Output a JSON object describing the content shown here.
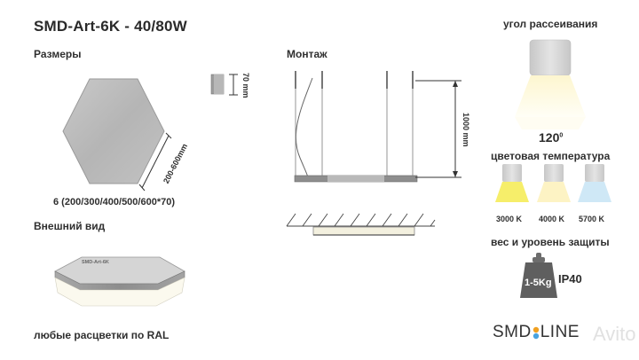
{
  "product_title": "SMD-Art-6K - 40/80W",
  "sections": {
    "dimensions": "Размеры",
    "mounting": "Монтаж",
    "appearance": "Внешний вид",
    "ral": "любые расцветки по RAL",
    "beam_angle": "угол рассеивания",
    "color_temp": "цветовая температура",
    "weight_protection": "вес и уровень защиты"
  },
  "dims": {
    "height": "70 mm",
    "side": "200-600mm",
    "cable": "1000 mm",
    "sizes": "6 (200/300/400/500/600*70)"
  },
  "beam": {
    "value": "120",
    "unit": "0"
  },
  "temps": [
    {
      "label": "3000 K",
      "color": "#f6ee6a"
    },
    {
      "label": "4000 K",
      "color": "#fdf3c4"
    },
    {
      "label": "5700 K",
      "color": "#cfe8f6"
    }
  ],
  "weight": "1-5Kg",
  "ip": "IP40",
  "product_label": "SMD-Art-6K",
  "brand": {
    "left": "SMD",
    "right": "LINE"
  },
  "watermark": "Avito"
}
